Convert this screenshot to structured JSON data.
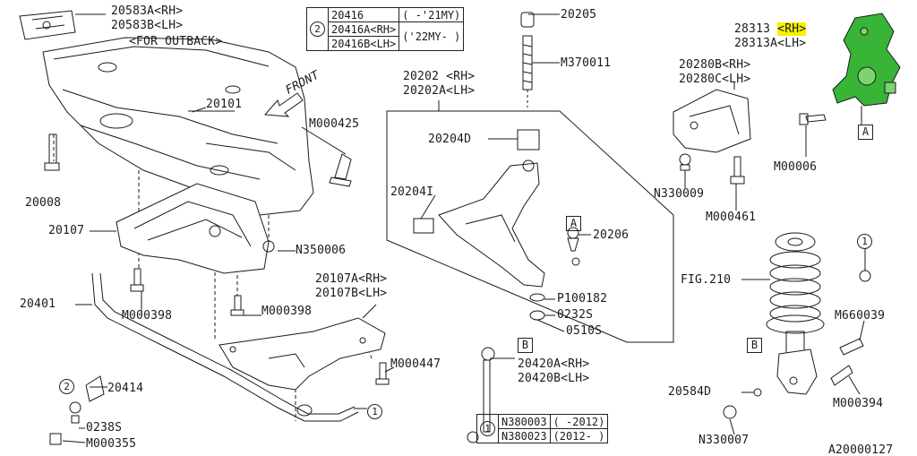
{
  "colors": {
    "line": "#1a1a1a",
    "highlight": "#f5f100",
    "knuckle": "#38b536"
  },
  "labels": {
    "l20583a": "20583A<RH>",
    "l20583b": "20583B<LH>",
    "outback": "<FOR OUTBACK>",
    "front": "FRONT",
    "l20101": "20101",
    "m000425": "M000425",
    "l20008": "20008",
    "l20107": "20107",
    "n350006": "N350006",
    "m000398a": "M000398",
    "m000398b": "M000398",
    "l20401": "20401",
    "l20107a": "20107A<RH>",
    "l20107b": "20107B<LH>",
    "m000447": "M000447",
    "l20414": "20414",
    "l0238s": "0238S",
    "m000355": "M000355",
    "l20205": "20205",
    "m370011": "M370011",
    "l20202": "20202 <RH>",
    "l20202a": "20202A<LH>",
    "l20204d": "20204D",
    "l20204i": "20204I",
    "l20206": "20206",
    "p100182": "P100182",
    "l0232s": "0232S",
    "l0510s": "0510S",
    "l20420a": "20420A<RH>",
    "l20420b": "20420B<LH>",
    "l28313": "28313",
    "rh_hl": "<RH>",
    "l28313a": "28313A<LH>",
    "l20280b": "20280B<RH>",
    "l20280c": "20280C<LH>",
    "m00006": "M00006",
    "n330009": "N330009",
    "m000461": "M000461",
    "fig210": "FIG.210",
    "m660039": "M660039",
    "l20584d": "20584D",
    "m000394": "M000394",
    "n330007": "N330007",
    "diagram_id": "A20000127"
  },
  "callouts": {
    "circle1": "1",
    "circle2": "2",
    "boxA": "A",
    "boxB": "B"
  },
  "table_20416": {
    "rows": [
      {
        "part": "20416",
        "range": "( -'21MY)"
      },
      {
        "part": "20416A<RH>",
        "range": "('22MY- )"
      },
      {
        "part": "20416B<LH>",
        "range": ""
      }
    ]
  },
  "table_n380": {
    "rows": [
      {
        "part": "N380003",
        "range": "( -2012)"
      },
      {
        "part": "N380023",
        "range": "(2012- )"
      }
    ]
  }
}
